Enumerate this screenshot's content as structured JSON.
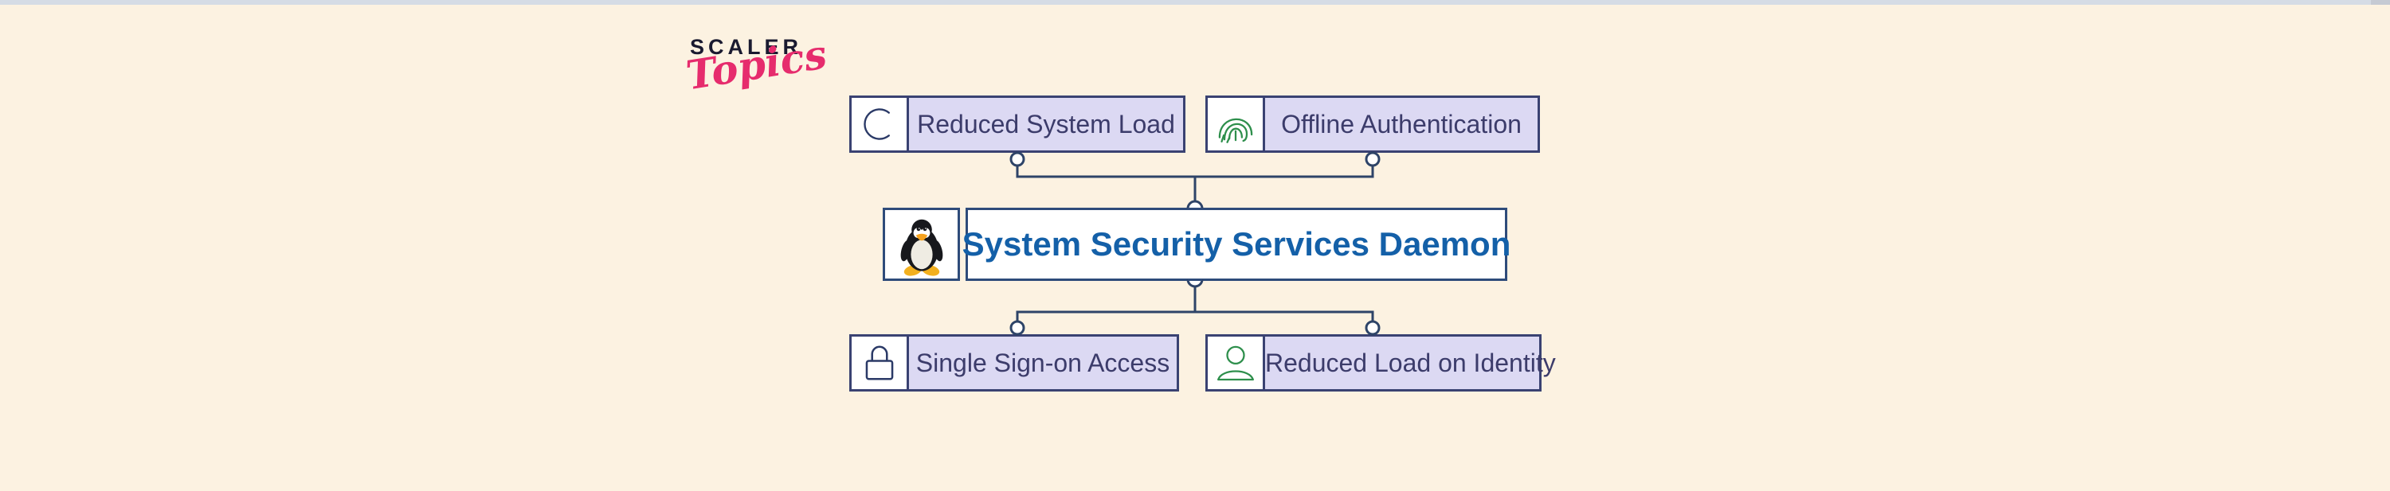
{
  "window": {
    "top_strip_color": "#D5DCE5",
    "top_strip_right_color": "#C5CAD3",
    "background_color": "#FCF2E1"
  },
  "logo": {
    "brand": "SCALER",
    "script": "Topics",
    "brand_color": "#1A1A30",
    "script_color": "#E62C6D"
  },
  "diagram": {
    "root": {
      "label": "System Security Services Daemon",
      "icon": "linux-tux-icon",
      "text_color": "#1460A8"
    },
    "top_benefits": [
      {
        "label": "Reduced System Load",
        "icon": "open-circle-icon",
        "icon_color": "#2B3A67"
      },
      {
        "label": "Offline Authentication",
        "icon": "fingerprint-icon",
        "icon_color": "#2E8F4C"
      }
    ],
    "bottom_benefits": [
      {
        "label": "Single Sign-on Access",
        "icon": "padlock-icon",
        "icon_color": "#2B3A67"
      },
      {
        "label": "Reduced Load on Identity",
        "icon": "user-icon",
        "icon_color": "#2E8F4C"
      }
    ],
    "style": {
      "label_background": "#DCD9F3",
      "box_border_color": "#3A4272",
      "root_border_color": "#2E4B7A",
      "label_text_color": "#3C3C6B",
      "connector_color": "#2E4468"
    }
  }
}
